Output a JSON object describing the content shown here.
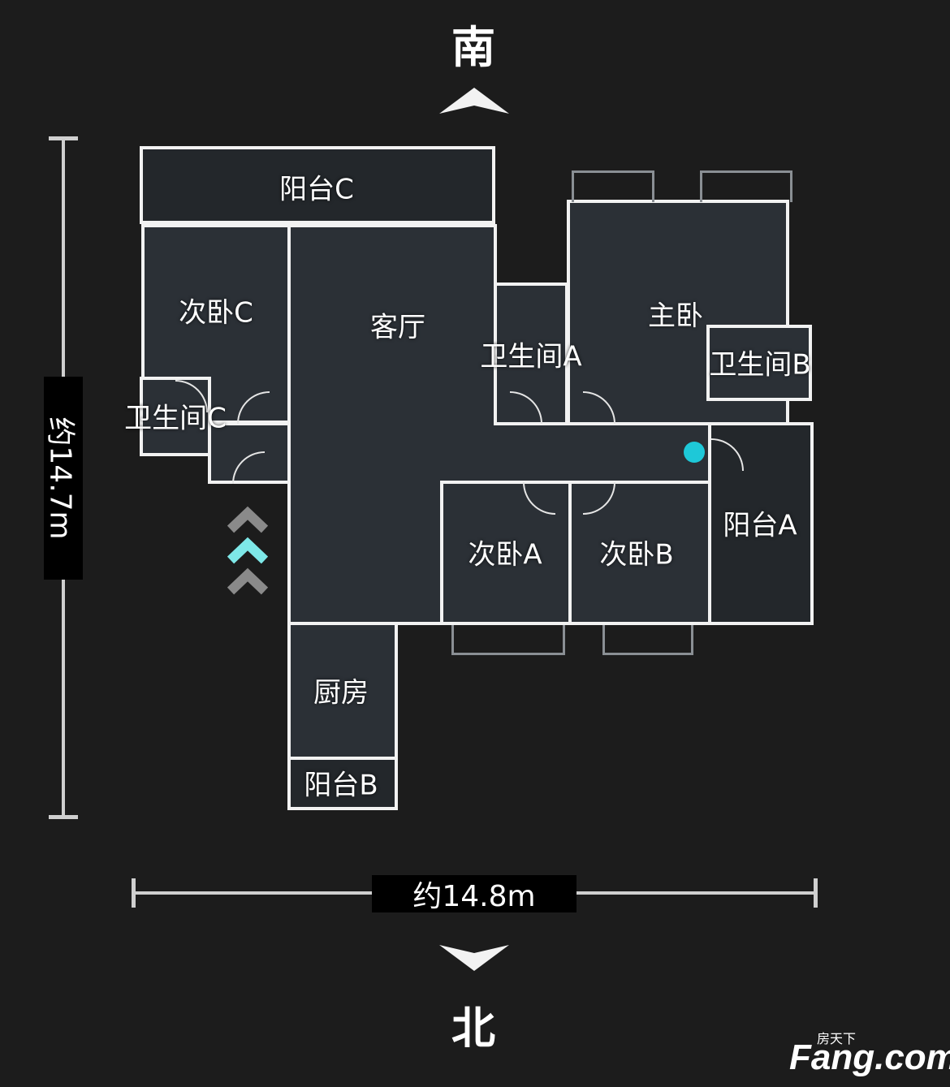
{
  "compass": {
    "south": "南",
    "north": "北"
  },
  "dimensions": {
    "vertical": "约14.7m",
    "horizontal": "约14.8m"
  },
  "rooms": {
    "balcony_c": "阳台C",
    "bedroom_c": "次卧C",
    "living_room": "客厅",
    "bathroom_a": "卫生间A",
    "master_bedroom": "主卧",
    "bathroom_b": "卫生间B",
    "bathroom_c": "卫生间C",
    "bedroom_a": "次卧A",
    "bedroom_b": "次卧B",
    "balcony_a": "阳台A",
    "kitchen": "厨房",
    "balcony_b": "阳台B"
  },
  "watermark": {
    "brand_cn": "房天下",
    "brand_en": "Fang.com"
  },
  "colors": {
    "background": "#1c1c1c",
    "wall": "#f2f2f2",
    "marker": "#1ec8d8",
    "entry_arrow": "#7ee8e8"
  }
}
